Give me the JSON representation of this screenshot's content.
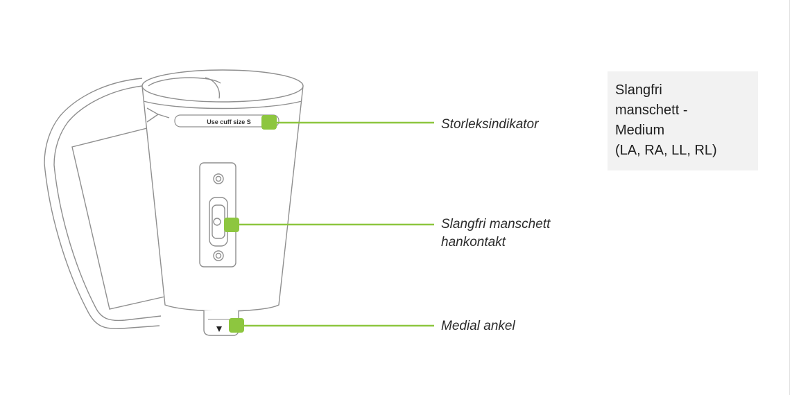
{
  "callouts": {
    "size_indicator": "Storleksindikator",
    "connector_line1": "Slangfri manschett",
    "connector_line2": "hankontakt",
    "medial_ankle": "Medial ankel"
  },
  "cuff_label_text": "Use cuff size S",
  "info_box": {
    "lines": [
      "Slangfri",
      "manschett -",
      "Medium",
      "(LA, RA, LL, RL)"
    ]
  },
  "colors": {
    "accent": "#8dc63f",
    "outline": "#9a9a9a",
    "info_bg": "#f2f2f2"
  }
}
